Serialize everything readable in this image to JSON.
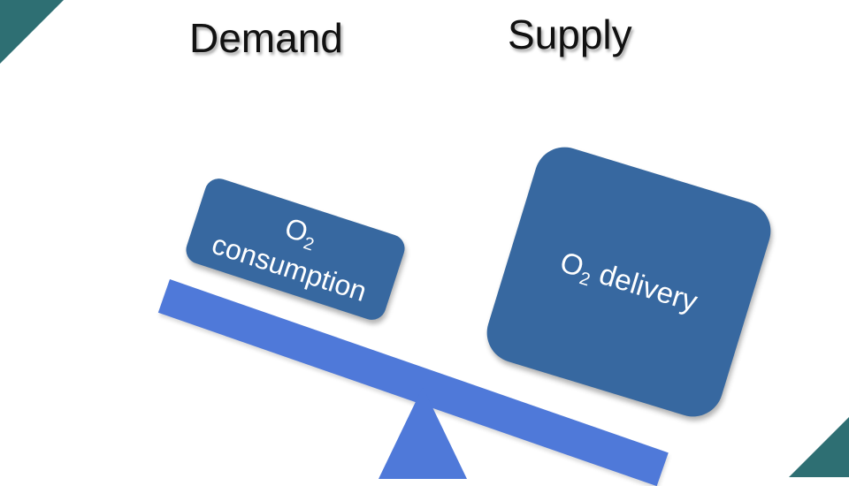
{
  "headings": {
    "demand": "Demand",
    "supply": "Supply"
  },
  "boxes": {
    "consumption": {
      "symbol": "O",
      "subscript": "2",
      "label": "consumption"
    },
    "delivery": {
      "symbol": "O",
      "subscript": "2",
      "label": "delivery"
    }
  },
  "colors": {
    "beam": "#4f79d9",
    "box": "#3768a0",
    "corner": "#2e6f73",
    "text": "#111111"
  }
}
